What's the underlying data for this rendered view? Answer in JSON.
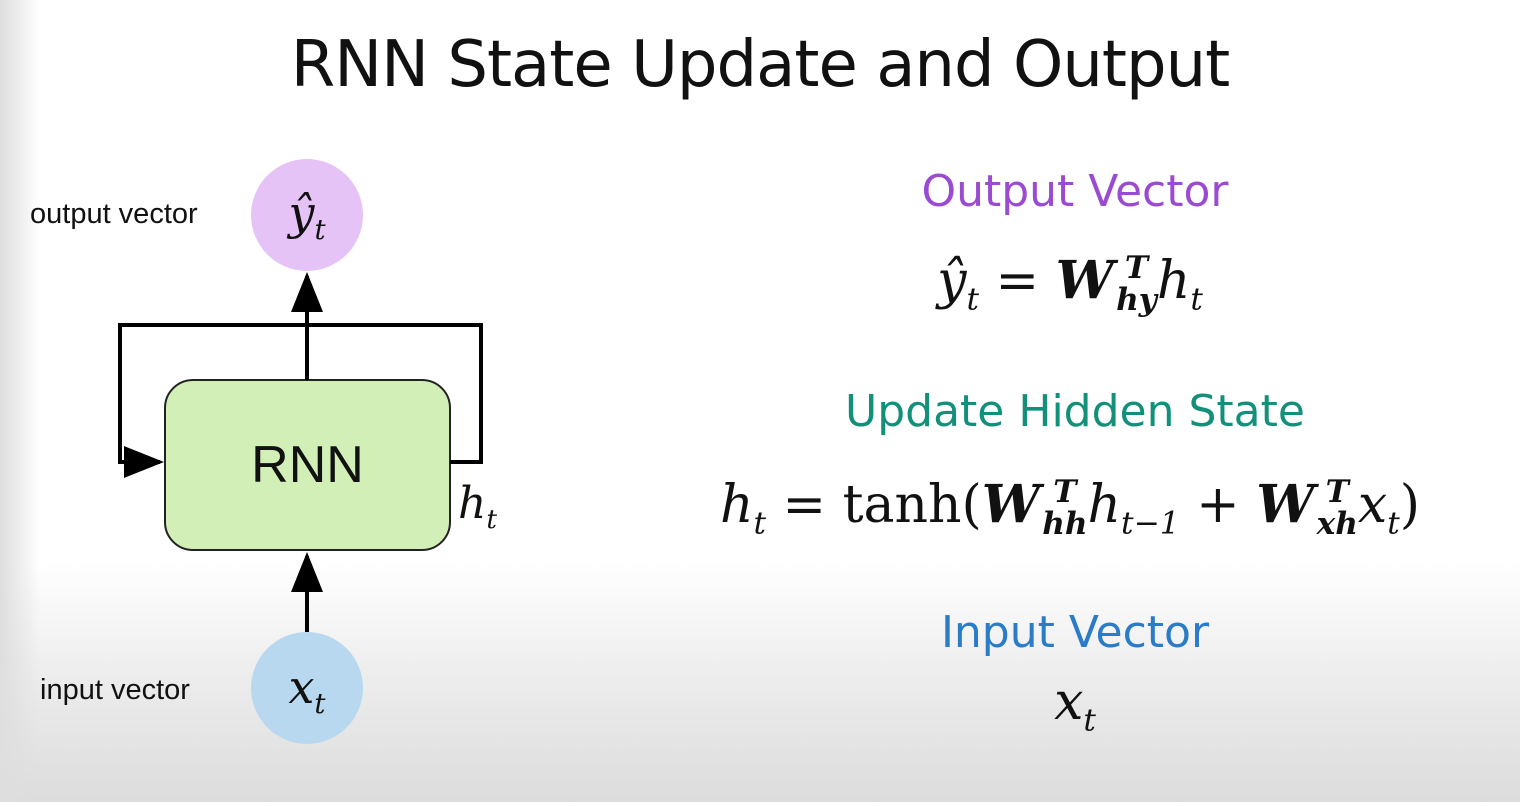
{
  "title": "RNN State Update and Output",
  "diagram": {
    "output_label": "output vector",
    "output_node": "ŷ",
    "output_sub": "t",
    "input_label": "input vector",
    "input_node": "x",
    "input_sub": "t",
    "cell_label": "RNN",
    "hidden_label": "h",
    "hidden_sub": "t",
    "colors": {
      "output": "#e6c3f7",
      "input": "#b8d8ef",
      "cell": "#d2efb8"
    }
  },
  "sections": [
    {
      "heading": "Output Vector",
      "color": "#9a4bd2"
    },
    {
      "heading": "Update Hidden State",
      "color": "#12907a"
    },
    {
      "heading": "Input Vector",
      "color": "#2a7bc8"
    }
  ],
  "equations": {
    "output": {
      "lhs": "ŷ",
      "lhs_sub": "t",
      "eq": " = ",
      "W": "W",
      "W_sup": "T",
      "W_sub": "hy",
      "h": "h",
      "h_sub": "t"
    },
    "hidden": {
      "lhs": "h",
      "lhs_sub": "t",
      "eq": " = tanh(",
      "W1": "W",
      "W1_sup": "T",
      "W1_sub": "hh",
      "h": "h",
      "h_sub": "t−1",
      "plus": " + ",
      "W2": "W",
      "W2_sup": "T",
      "W2_sub": "xh",
      "x": "x",
      "x_sub": "t",
      "close": ")"
    },
    "input": {
      "x": "x",
      "x_sub": "t"
    }
  }
}
